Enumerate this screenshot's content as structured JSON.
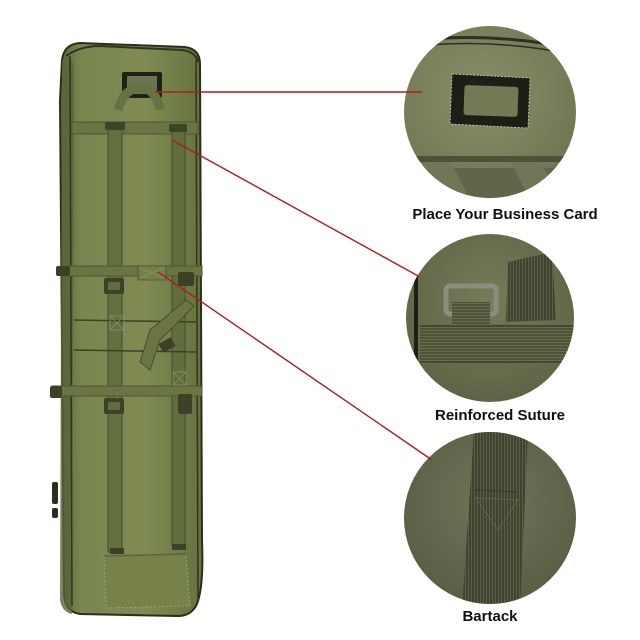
{
  "product": {
    "name": "Olive green double rifle bag",
    "color": "#6f7b43"
  },
  "callouts": [
    {
      "label": "Place Your Business Card",
      "detail": "business-card-holder"
    },
    {
      "label": "Reinforced Suture",
      "detail": "buckle-webbing-stitching"
    },
    {
      "label": "Bartack",
      "detail": "bartack-stitched-strap"
    }
  ],
  "colors": {
    "leader_line": "#b01c1c",
    "bag_main": "#76824a",
    "bag_dark": "#4f5832",
    "strap": "#646f3e",
    "background": "#ffffff",
    "label_text": "#111111"
  }
}
